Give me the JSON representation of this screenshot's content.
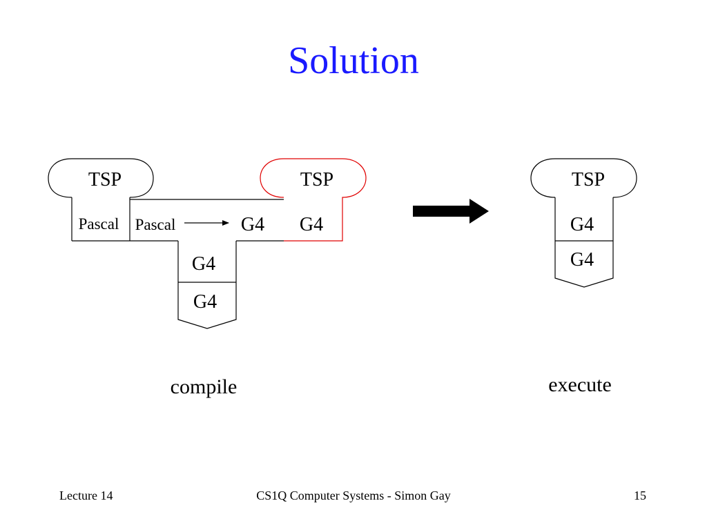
{
  "slide": {
    "title": "Solution",
    "colors": {
      "title": "#1a1aff",
      "highlight": "#e00000",
      "line": "#000000"
    }
  },
  "diagram": {
    "compile": {
      "program_tsp": {
        "top": "TSP",
        "left": "Pascal"
      },
      "compiler": {
        "source": "Pascal",
        "target": "G4",
        "impl": "G4"
      },
      "machine": "G4",
      "output_tsp": {
        "top": "TSP",
        "bottom": "G4"
      },
      "caption": "compile"
    },
    "arrow_icon": "right-arrow",
    "execute": {
      "program_tsp": {
        "top": "TSP",
        "bottom": "G4"
      },
      "machine": "G4",
      "caption": "execute"
    }
  },
  "footer": {
    "left": "Lecture 14",
    "center": "CS1Q Computer Systems - Simon Gay",
    "right": "15"
  }
}
